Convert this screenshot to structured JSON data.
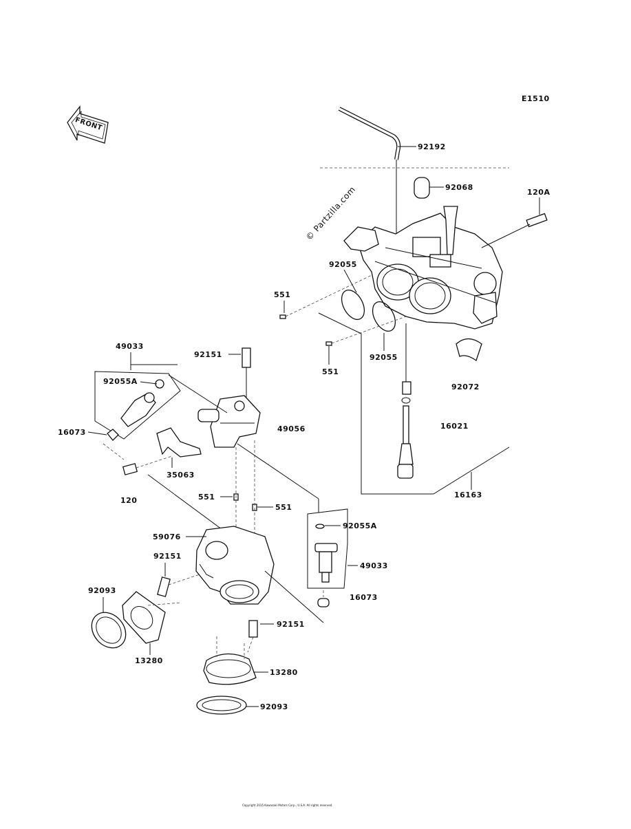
{
  "diagram_code": "E1510",
  "front_label": "FRONT",
  "watermark": "© Partzilla.com",
  "footer": "Copyright 2015 Kawasaki Motors Corp., U.S.A. All rights reserved.",
  "callouts": [
    {
      "id": "92192",
      "label": "92192"
    },
    {
      "id": "92068",
      "label": "92068"
    },
    {
      "id": "120A",
      "label": "120A"
    },
    {
      "id": "92055-top",
      "label": "92055"
    },
    {
      "id": "551-top",
      "label": "551"
    },
    {
      "id": "92055-mid",
      "label": "92055"
    },
    {
      "id": "551-mid",
      "label": "551"
    },
    {
      "id": "92072",
      "label": "92072"
    },
    {
      "id": "16021",
      "label": "16021"
    },
    {
      "id": "16163",
      "label": "16163"
    },
    {
      "id": "49033-left",
      "label": "49033"
    },
    {
      "id": "92151-top",
      "label": "92151"
    },
    {
      "id": "92055A-left",
      "label": "92055A"
    },
    {
      "id": "49056",
      "label": "49056"
    },
    {
      "id": "16073-left",
      "label": "16073"
    },
    {
      "id": "35063",
      "label": "35063"
    },
    {
      "id": "120",
      "label": "120"
    },
    {
      "id": "551-left",
      "label": "551"
    },
    {
      "id": "551-right",
      "label": "551"
    },
    {
      "id": "92055A-right",
      "label": "92055A"
    },
    {
      "id": "59076",
      "label": "59076"
    },
    {
      "id": "49033-right",
      "label": "49033"
    },
    {
      "id": "92151-mid",
      "label": "92151"
    },
    {
      "id": "16073-right",
      "label": "16073"
    },
    {
      "id": "92093-left",
      "label": "92093"
    },
    {
      "id": "92151-low",
      "label": "92151"
    },
    {
      "id": "13280-left",
      "label": "13280"
    },
    {
      "id": "13280-right",
      "label": "13280"
    },
    {
      "id": "92093-bottom",
      "label": "92093"
    }
  ]
}
